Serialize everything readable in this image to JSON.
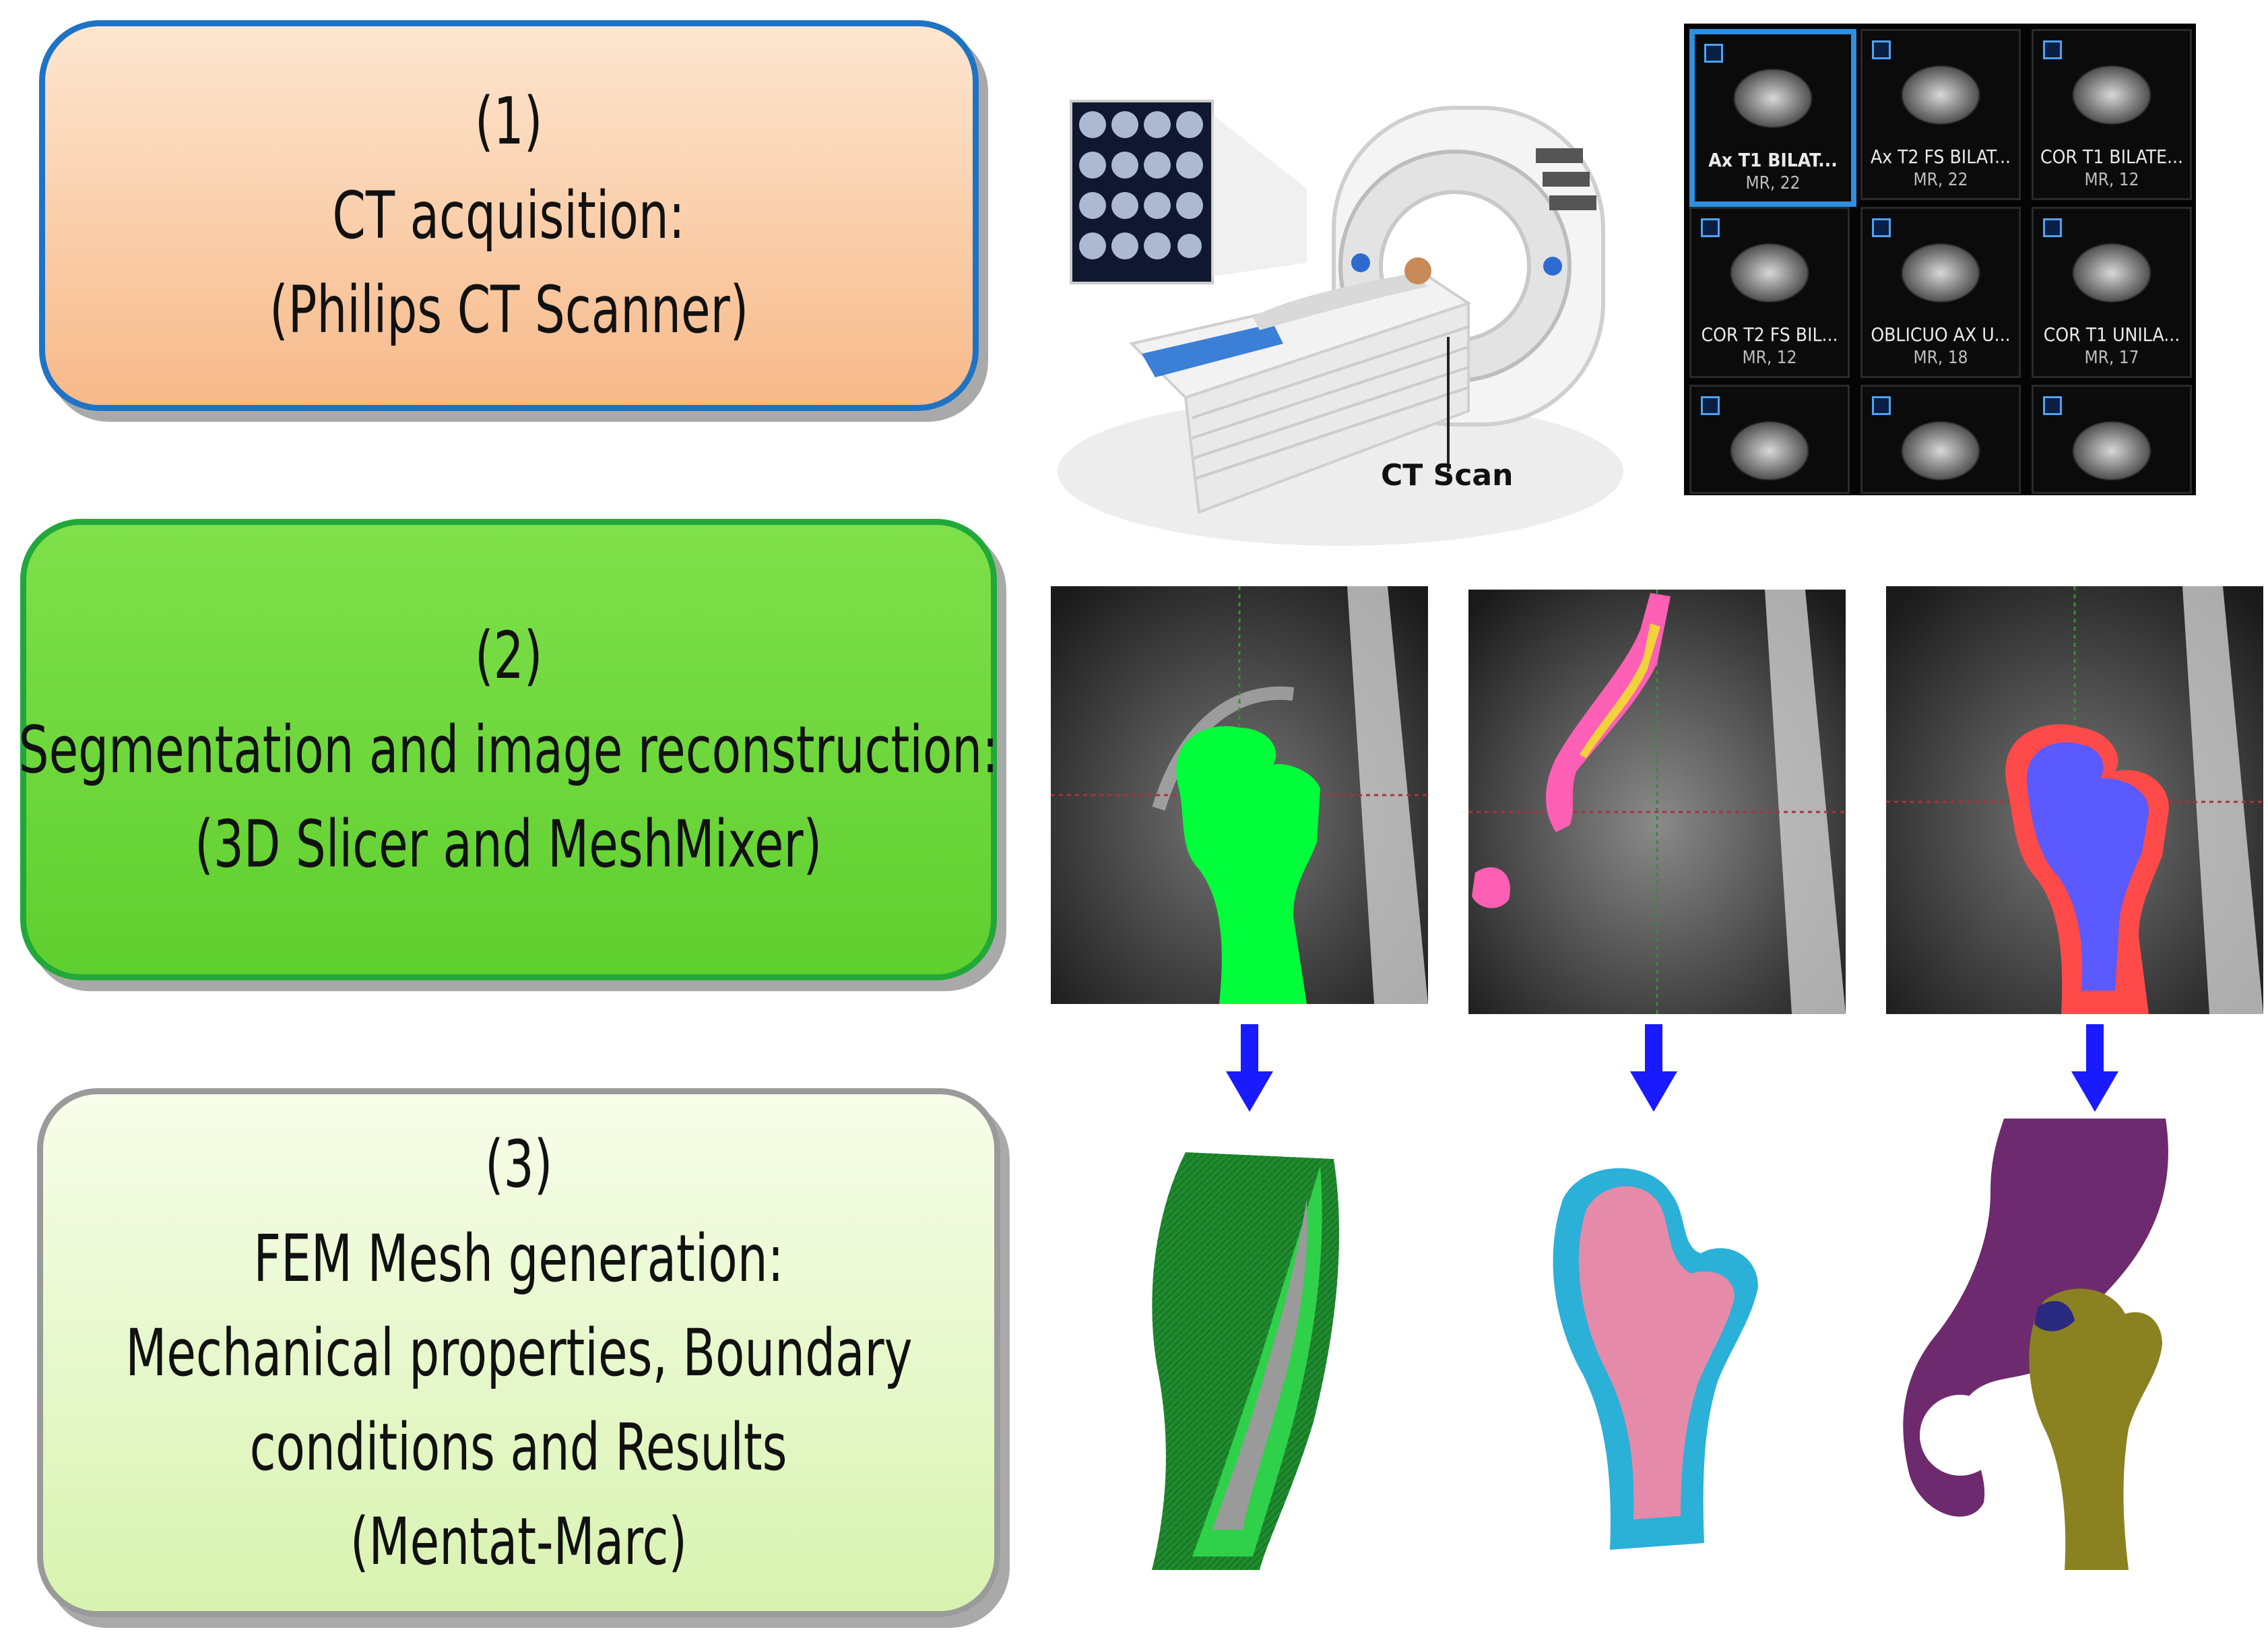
{
  "stages": [
    {
      "number": "(1)",
      "lines": [
        "CT acquisition:",
        "(Philips CT Scanner)"
      ]
    },
    {
      "number": "(2)",
      "lines": [
        "Segmentation and image reconstruction:",
        "(3D Slicer and MeshMixer)"
      ]
    },
    {
      "number": "(3)",
      "lines": [
        "FEM Mesh generation:",
        "Mechanical properties, Boundary",
        "conditions and Results",
        "(Mentat-Marc)"
      ]
    }
  ],
  "scanner": {
    "label": "CT Scan"
  },
  "series_thumbnails": [
    {
      "title": "Ax T1 BILAT...",
      "sub": "MR, 22",
      "selected": true
    },
    {
      "title": "Ax T2 FS BILAT...",
      "sub": "MR, 22",
      "selected": false
    },
    {
      "title": "COR T1 BILATE...",
      "sub": "MR, 12",
      "selected": false
    },
    {
      "title": "COR T2 FS BIL...",
      "sub": "MR, 12",
      "selected": false
    },
    {
      "title": "OBLICUO AX U...",
      "sub": "MR, 18",
      "selected": false
    },
    {
      "title": "COR T1 UNILA...",
      "sub": "MR, 17",
      "selected": false
    },
    {
      "title": "",
      "sub": "",
      "selected": false
    },
    {
      "title": "",
      "sub": "",
      "selected": false
    },
    {
      "title": "",
      "sub": "",
      "selected": false
    }
  ],
  "colors": {
    "stage1_border": "#1f73c4",
    "stage1_fill": "#f7b989",
    "stage2_border": "#22a83a",
    "stage2_fill": "#5fcf2f",
    "stage3_border": "#9a9a9a",
    "stage3_fill": "#d8f3b0",
    "arrow": "#1a1aff",
    "seg_green": "#00ff3a",
    "seg_pink": "#ff5fb4",
    "seg_yellow": "#f2d23a",
    "seg_red": "#ff4a4a",
    "seg_blue": "#5a5aff",
    "mesh_green": "#1f8a2e",
    "mesh_pink": "#e58aa8",
    "mesh_cyan": "#2bb0d8",
    "mesh_purple": "#6e2a6e",
    "mesh_olive": "#8a8220"
  },
  "icons": [
    "down-arrow-icon",
    "ct-scanner-illustration",
    "checkbox-icon"
  ]
}
